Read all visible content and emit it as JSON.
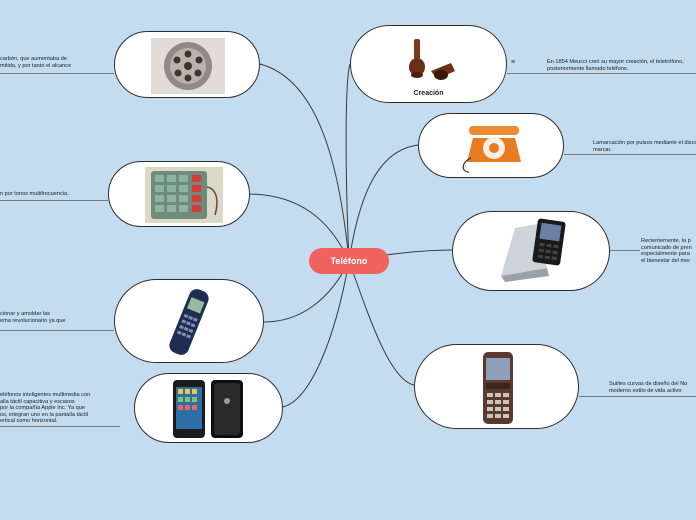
{
  "center": {
    "label": "Teléfono"
  },
  "creation_label": "Creación",
  "menu_icon": "hamburger-icon",
  "notes": {
    "left1": [
      "carbón, que aumentaba de",
      "mitida, y por tanto el alcance"
    ],
    "left2": [
      "n por tonos multifrecuencia."
    ],
    "left3": [
      "cionar y amoldar las",
      "ema revolucionario ya que"
    ],
    "left4": [
      "eléfonos inteligentes multimedia con",
      "alla táctil capacitiva y escasos",
      "por la compañía Apple Inc. Ya que",
      "os, integran uno en la pantalla táctil",
      "ertical como horizontal."
    ],
    "right1": [
      "En 1854 Meucci creó su mayor creación, el teletrófono,",
      "posteriormente llamado teléfono."
    ],
    "right2": [
      "Lamarcación por pulsos mediante el disco de",
      "marcar."
    ],
    "right3": [
      "Recientemente, la p",
      "comunicado de pren",
      "especialmente para",
      "el bienestar del mer"
    ],
    "right4": [
      "Sutiles curvas de diseño del No",
      "moderno estilo de vida activo"
    ]
  },
  "colors": {
    "background": "#c3dcf0",
    "center": "#f0625e",
    "link": "#3a3a3a"
  }
}
